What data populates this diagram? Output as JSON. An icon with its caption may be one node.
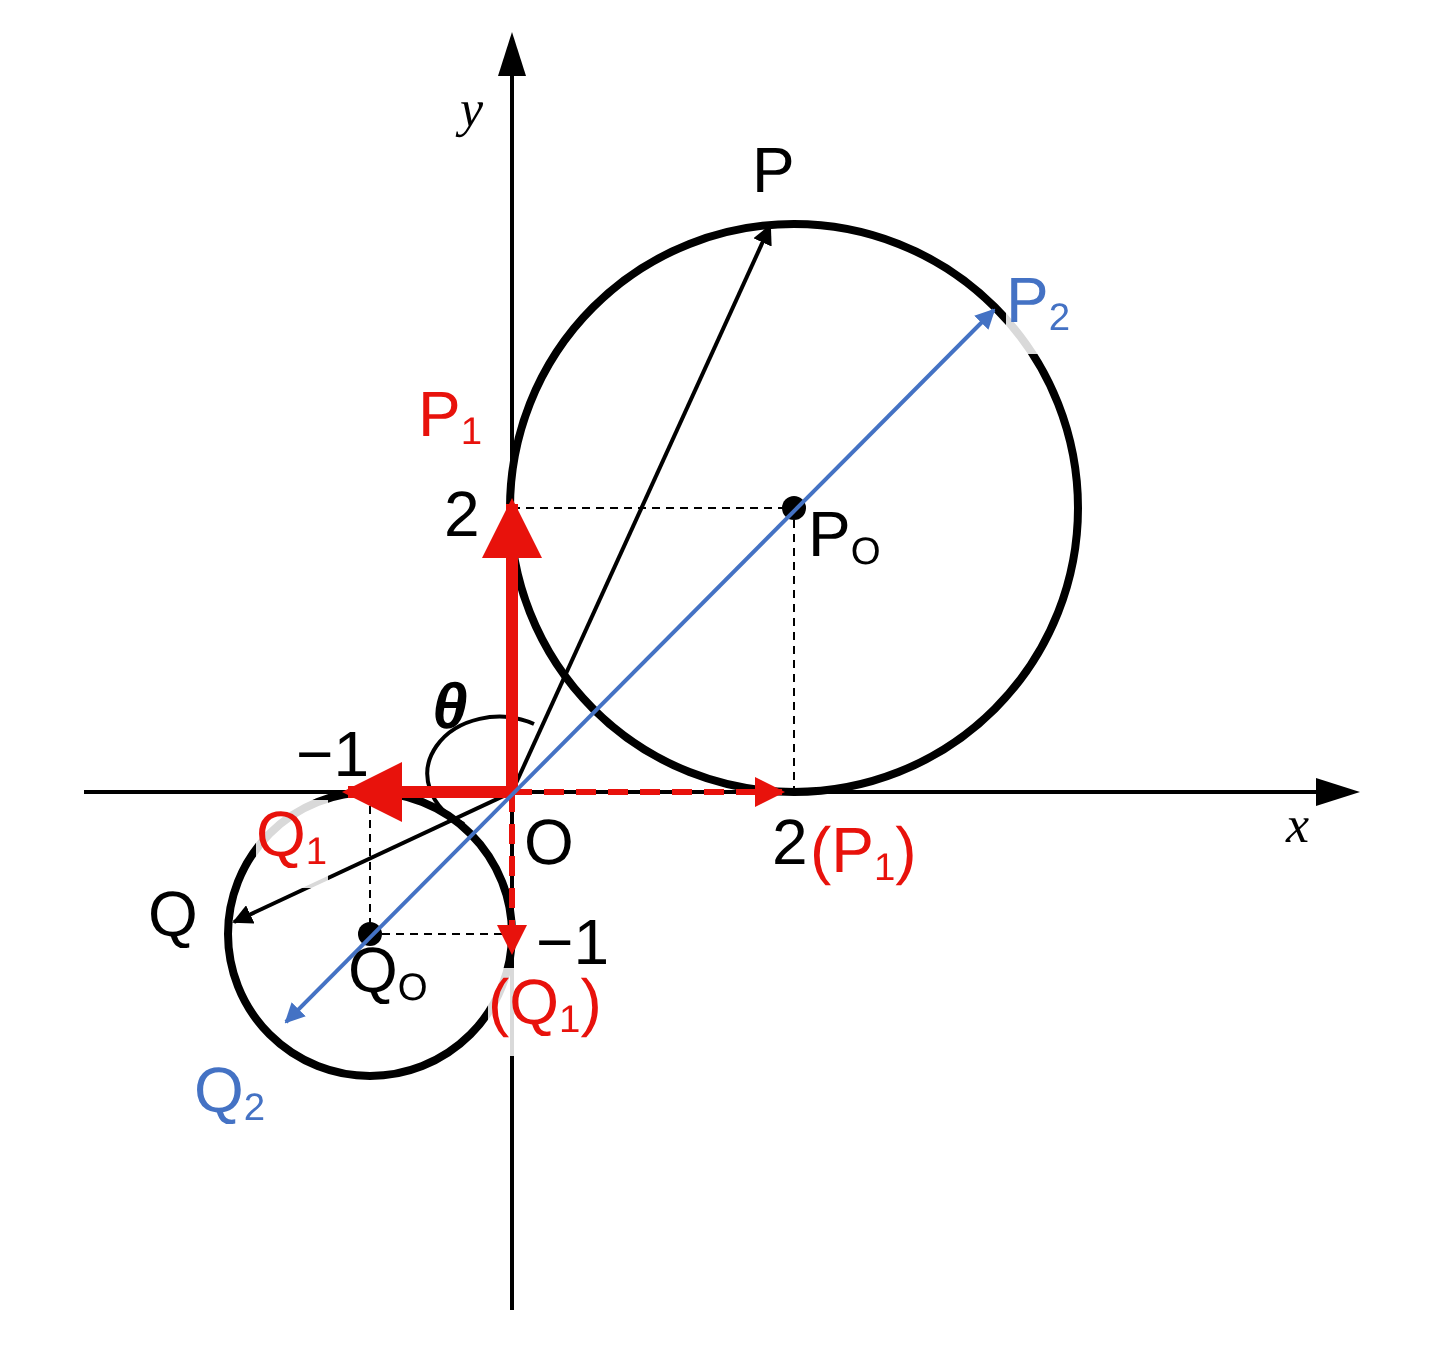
{
  "diagram": {
    "nodes": [
      {
        "text": [
          "P"
        ]
      },
      {
        "text": [
          "P$_{2}$"
        ]
      },
      {
        "text": [
          "P$_{1}$"
        ]
      },
      {
        "text": [
          "O"
        ]
      },
      {
        "text": [
          "Q$_{1}$"
        ]
      },
      {
        "text": [
          "Q"
        ]
      },
      {
        "text": [
          "(Q$_{1}$)"
        ]
      },
      {
        "text": [
          "Q$_{2}$"
        ]
      },
      {
        "text": [
          "(P$_{1}$)"
        ]
      }
    ],
    "edges": [
      {
        "from": 3,
        "to": 0,
        "arrow": "to",
        "color": "#000000"
      },
      {
        "from": 3,
        "to": 5,
        "arrow": "to",
        "color": "#000000"
      },
      {
        "from": 3,
        "to": 2,
        "arrow": "to",
        "style": "thick",
        "color": "#e8120c"
      },
      {
        "from": 3,
        "to": 4,
        "arrow": "to",
        "style": "thick",
        "color": "#e8120c"
      },
      {
        "from": 3,
        "to": 8,
        "arrow": "to",
        "style": "dashed",
        "color": "#e8120c"
      },
      {
        "from": 3,
        "to": 6,
        "arrow": "to",
        "style": "dashed",
        "color": "#e8120c"
      },
      {
        "from": 7,
        "to": 1,
        "arrow": "both",
        "color": "#4472c4"
      }
    ],
    "labels": [
      "y",
      "2",
      "P$_{O}$",
      "θ",
      "−1",
      "x",
      "2",
      "Q$_{O}$",
      "−1"
    ]
  }
}
